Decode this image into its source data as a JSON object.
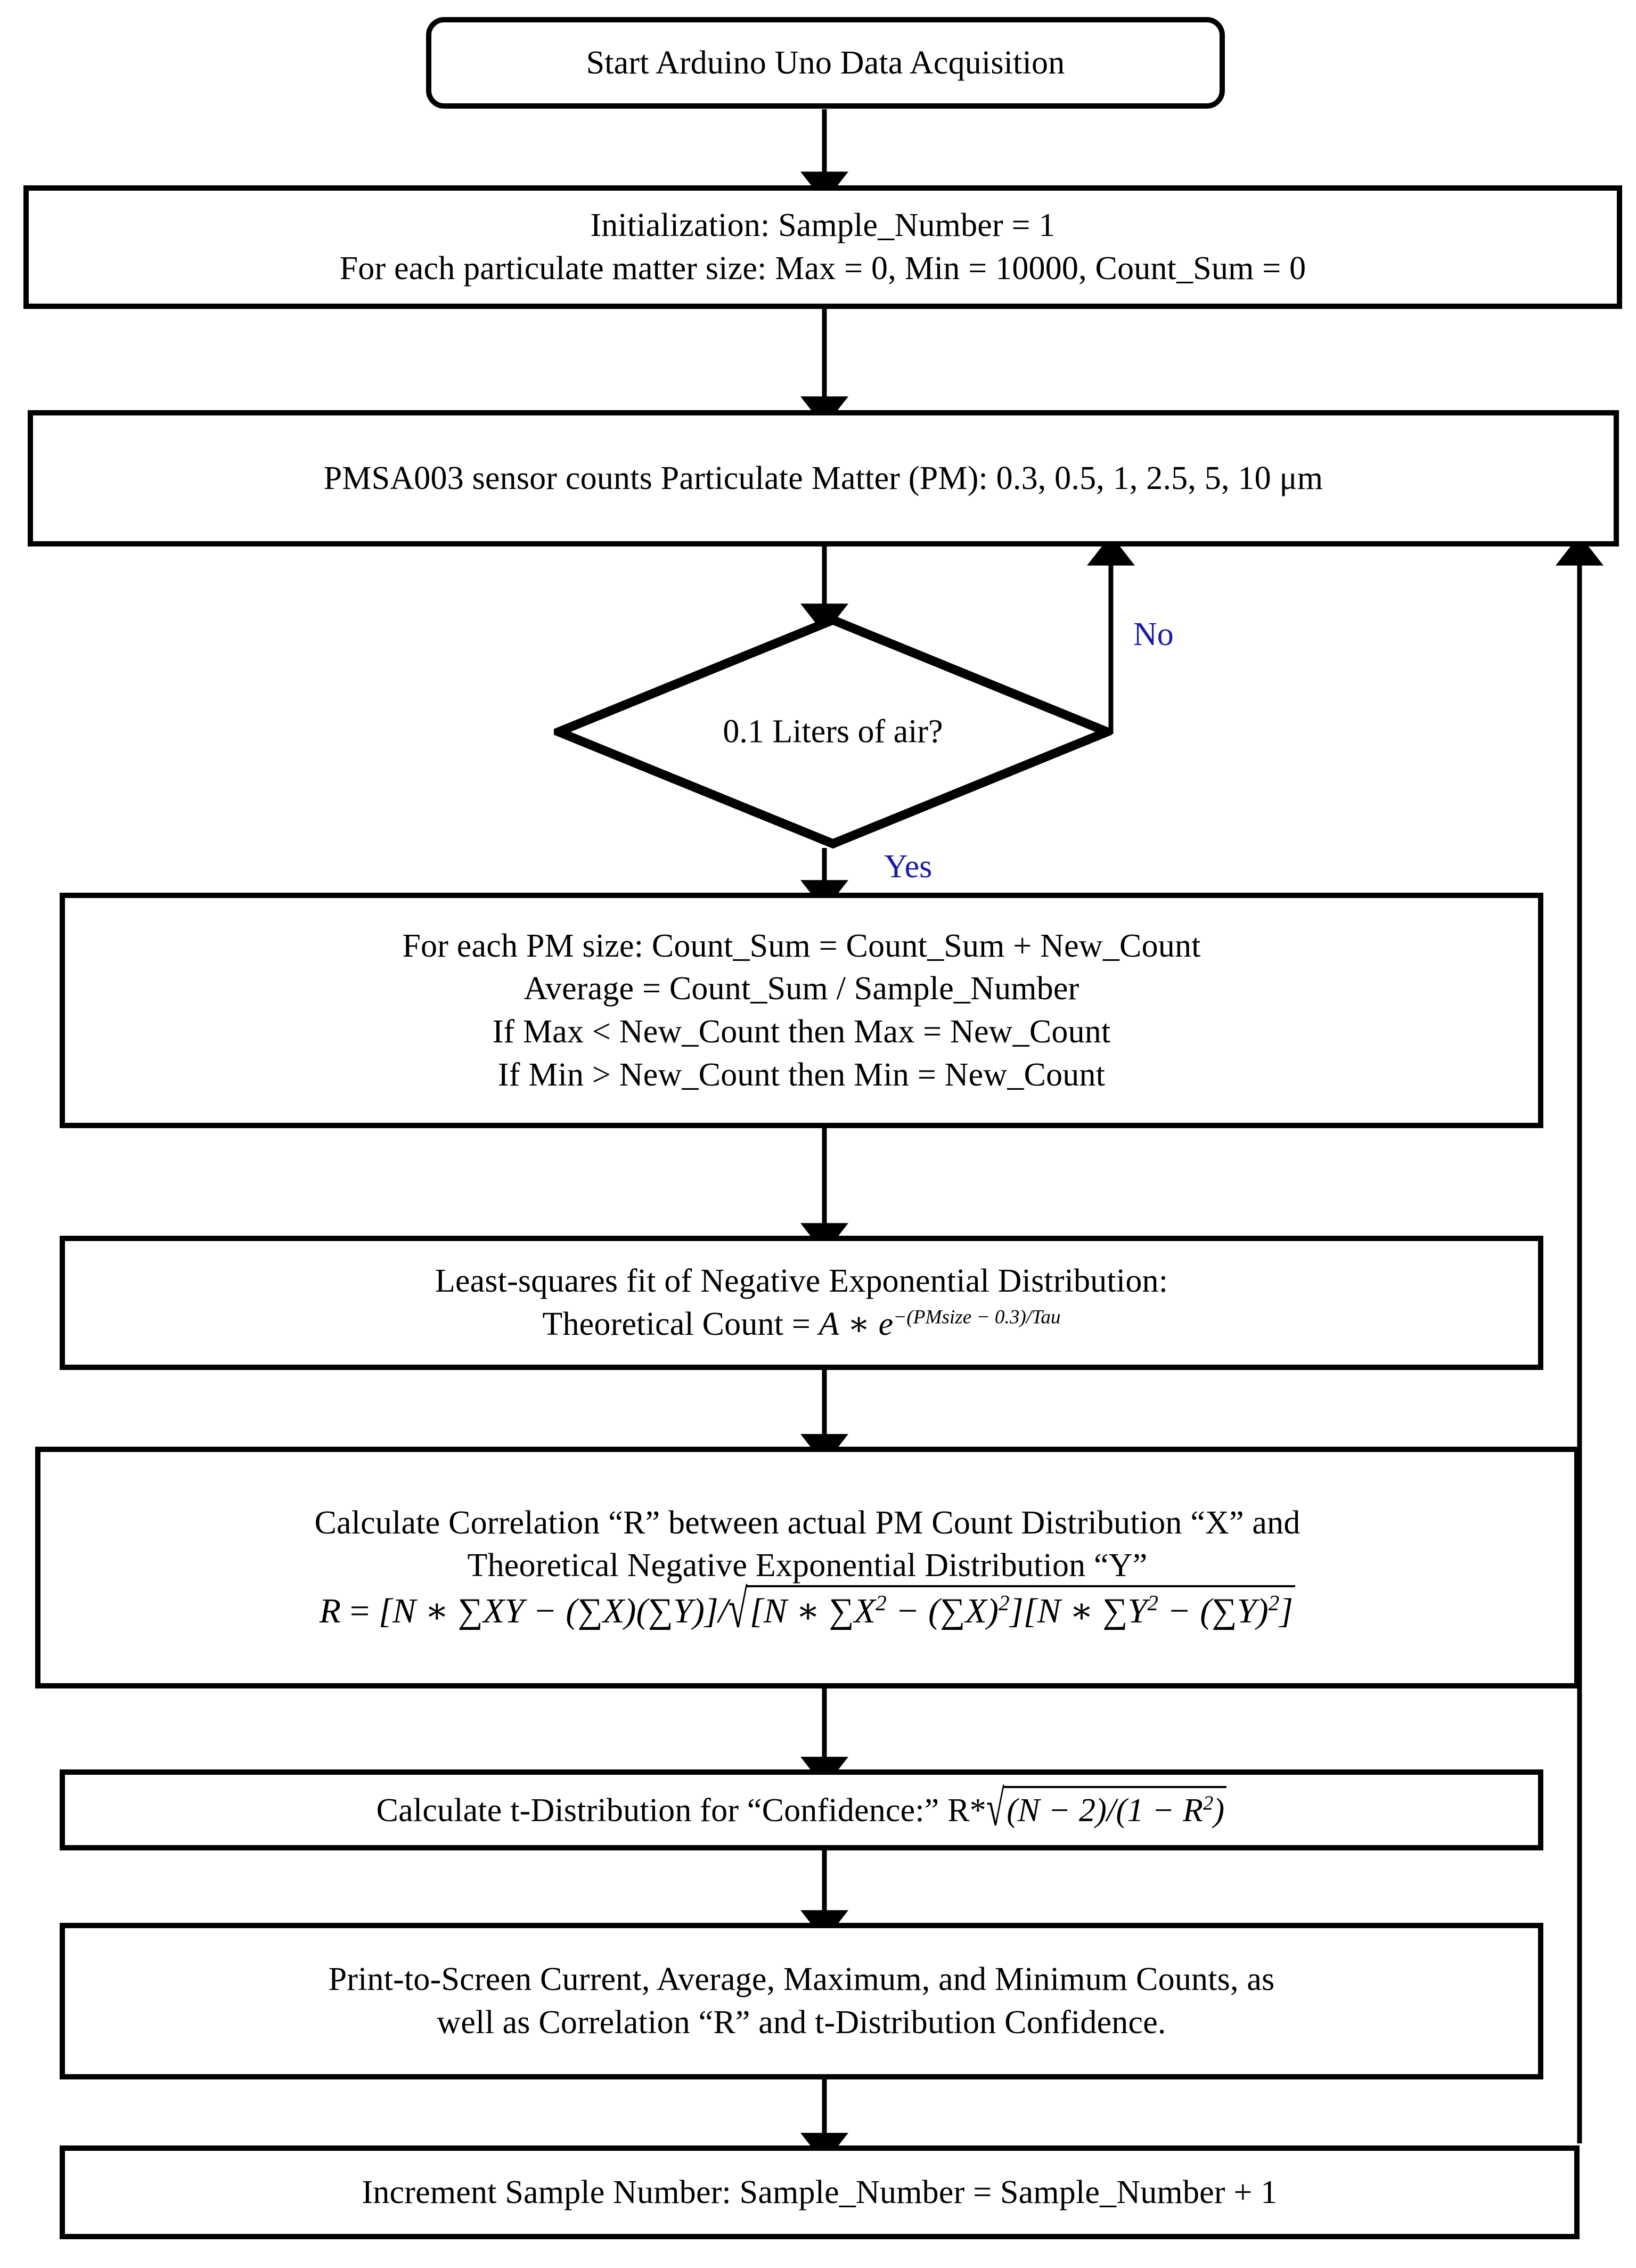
{
  "diagram": {
    "title": "Arduino Uno PMSA003 Particulate Matter Data Acquisition Flowchart",
    "colors": {
      "node_border": "#000000",
      "node_fill": "#ffffff",
      "text": "#000000",
      "edge_label": "#1a1aa8",
      "connector": "#000000"
    },
    "nodes": {
      "start": {
        "shape": "terminator",
        "lines": [
          "Start Arduino Uno Data Acquisition"
        ]
      },
      "initialization": {
        "shape": "process",
        "lines": [
          "Initialization:  Sample_Number = 1",
          "For each particulate matter size:  Max = 0, Min = 10000, Count_Sum = 0"
        ]
      },
      "sensor": {
        "shape": "process",
        "lines": [
          "PMSA003 sensor counts Particulate Matter (PM): 0.3, 0.5, 1, 2.5, 5, 10 μm"
        ]
      },
      "decision": {
        "shape": "decision",
        "lines": [
          "0.1 Liters of air?"
        ],
        "yes_label": "Yes",
        "no_label": "No"
      },
      "accumulate": {
        "shape": "process",
        "lines": [
          "For each PM size: Count_Sum = Count_Sum + New_Count",
          "Average = Count_Sum / Sample_Number",
          "If Max < New_Count then Max = New_Count",
          "If Min >  New_Count then Min = New_Count"
        ]
      },
      "leastsquares": {
        "shape": "process",
        "title_line": "Least-squares fit of Negative Exponential Distribution:",
        "formula_prefix": "Theoretical Count = ",
        "formula_a": "A",
        "formula_times": " ∗  ",
        "formula_e": "e",
        "formula_exponent": "−(PMsize − 0.3)/Tau"
      },
      "correlation": {
        "shape": "process",
        "line1": "Calculate Correlation “R” between actual PM Count Distribution “X” and",
        "line2": "Theoretical Negative Exponential Distribution “Y”",
        "formula_lhs": "R",
        "formula_eq": " = ",
        "formula_num": "[N ∗ ∑XY  − (∑X)(∑Y)]/",
        "formula_radicand_1": "[N ∗ ∑X",
        "formula_radicand_2": " − (∑X)",
        "formula_radicand_3": "][N ∗ ∑Y",
        "formula_radicand_4": " − (∑Y)",
        "formula_radicand_5": "]",
        "formula_sup": "2"
      },
      "tdist": {
        "shape": "process",
        "prefix": "Calculate t-Distribution for “Confidence:”  R*",
        "radicand_1": "(N − 2)/(1 − R",
        "radicand_sup": "2",
        "radicand_2": ")"
      },
      "print": {
        "shape": "process",
        "lines": [
          "Print-to-Screen Current, Average, Maximum, and Minimum Counts, as",
          "well as Correlation “R” and t-Distribution Confidence."
        ]
      },
      "increment": {
        "shape": "process",
        "lines": [
          "Increment Sample Number:  Sample_Number = Sample_Number + 1"
        ]
      }
    },
    "connectors": [
      {
        "name": "start-to-initialization",
        "kind": "arrow-down"
      },
      {
        "name": "initialization-to-sensor",
        "kind": "arrow-down"
      },
      {
        "name": "sensor-to-decision",
        "kind": "arrow-down"
      },
      {
        "name": "decision-no-to-sensor",
        "kind": "loop-up-right",
        "label": "No"
      },
      {
        "name": "decision-yes-to-accumulate",
        "kind": "arrow-down",
        "label": "Yes"
      },
      {
        "name": "accumulate-to-leastsquares",
        "kind": "arrow-down"
      },
      {
        "name": "leastsquares-to-correlation",
        "kind": "arrow-down"
      },
      {
        "name": "correlation-to-tdist",
        "kind": "arrow-down"
      },
      {
        "name": "tdist-to-print",
        "kind": "arrow-down"
      },
      {
        "name": "print-to-increment",
        "kind": "arrow-down"
      },
      {
        "name": "increment-to-sensor",
        "kind": "loop-far-right"
      }
    ]
  }
}
